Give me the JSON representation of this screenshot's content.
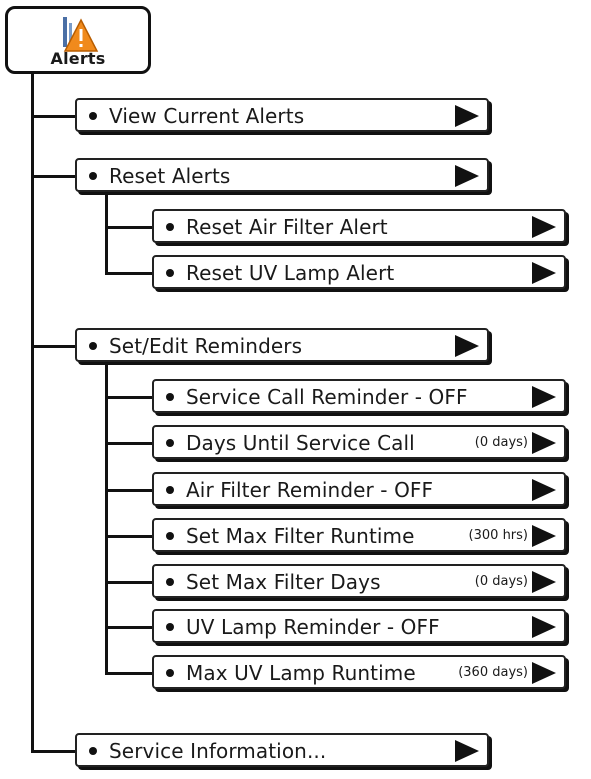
{
  "root": {
    "label": "Alerts",
    "icon": "alert-triangle-icon"
  },
  "level1": [
    {
      "label": "View Current Alerts"
    },
    {
      "label": "Reset Alerts"
    },
    {
      "label": "Set/Edit Reminders"
    },
    {
      "label": "Service Information..."
    }
  ],
  "reset_children": [
    {
      "label": "Reset Air Filter Alert"
    },
    {
      "label": "Reset UV Lamp Alert"
    }
  ],
  "reminder_children": [
    {
      "label": "Service Call Reminder - OFF",
      "note": ""
    },
    {
      "label": "Days Until Service Call",
      "note": "(0 days)"
    },
    {
      "label": "Air Filter Reminder - OFF",
      "note": ""
    },
    {
      "label": "Set Max Filter Runtime",
      "note": "(300 hrs)"
    },
    {
      "label": "Set Max Filter Days",
      "note": "(0 days)"
    },
    {
      "label": "UV Lamp Reminder - OFF",
      "note": ""
    },
    {
      "label": "Max UV Lamp Runtime",
      "note": "(360 days)"
    }
  ]
}
